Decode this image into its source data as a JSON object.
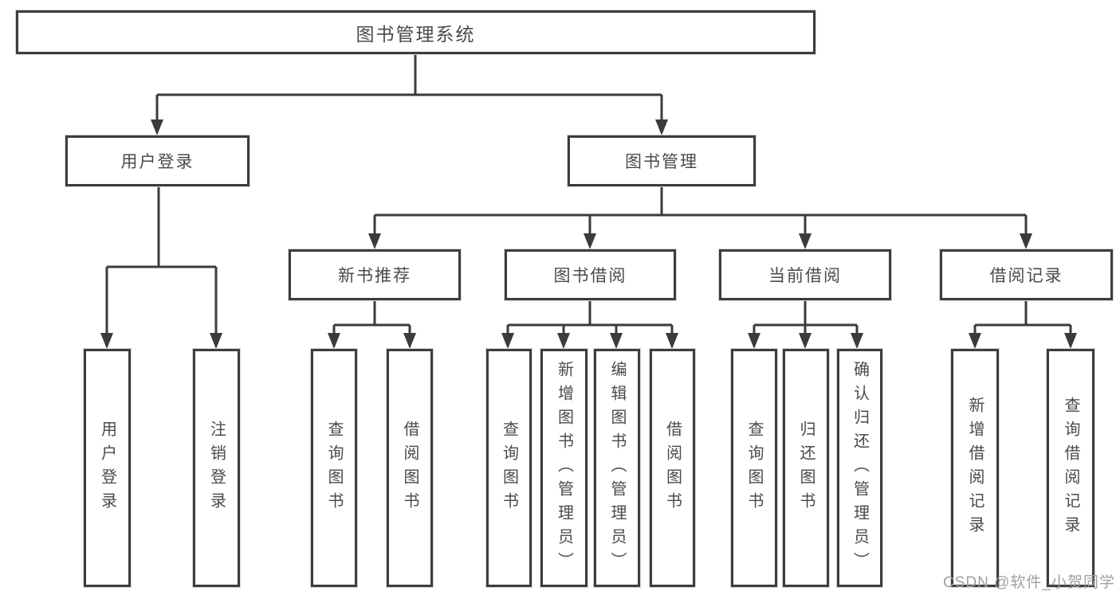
{
  "diagram": {
    "root": {
      "label": "图书管理系统"
    },
    "level2": [
      {
        "label": "用户登录"
      },
      {
        "label": "图书管理"
      }
    ],
    "level3": [
      {
        "label": "新书推荐"
      },
      {
        "label": "图书借阅"
      },
      {
        "label": "当前借阅"
      },
      {
        "label": "借阅记录"
      }
    ],
    "level4": [
      {
        "label": "用户登录"
      },
      {
        "label": "注销登录"
      },
      {
        "label": "查询图书"
      },
      {
        "label": "借阅图书"
      },
      {
        "label": "查询图书"
      },
      {
        "label": "新增图书（管理员）"
      },
      {
        "label": "编辑图书（管理员）"
      },
      {
        "label": "借阅图书"
      },
      {
        "label": "查询图书"
      },
      {
        "label": "归还图书"
      },
      {
        "label": "确认归还（管理员）"
      },
      {
        "label": "新增借阅记录"
      },
      {
        "label": "查询借阅记录"
      }
    ]
  },
  "watermark": {
    "text": "CSDN @软件_小贺同学"
  },
  "colors": {
    "line": "#3b3b3b",
    "border": "#3d3d3d",
    "text": "#4a4a4a",
    "watermark": "#9f9f9f",
    "background": "#ffffff"
  }
}
